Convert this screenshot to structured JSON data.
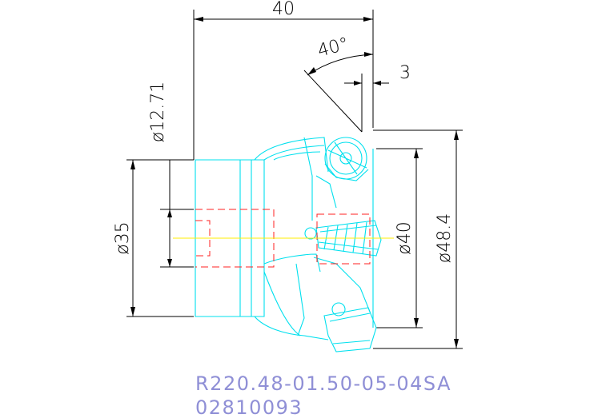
{
  "dimensions": {
    "length": "40",
    "angle": "40°",
    "offset": "3",
    "bore_diameter": "ø12.71",
    "hub_diameter": "ø35",
    "cutting_diameter": "ø40",
    "outer_diameter": "ø48.4"
  },
  "caption": {
    "part_number": "R220.48-01.50-05-04SA",
    "order_code": "02810093"
  },
  "colors": {
    "outline": "#00e0ee",
    "hidden_lines": "#ff2020",
    "centerline": "#ffee00",
    "dimensions": "#000000",
    "caption": "#8f8fd6"
  }
}
